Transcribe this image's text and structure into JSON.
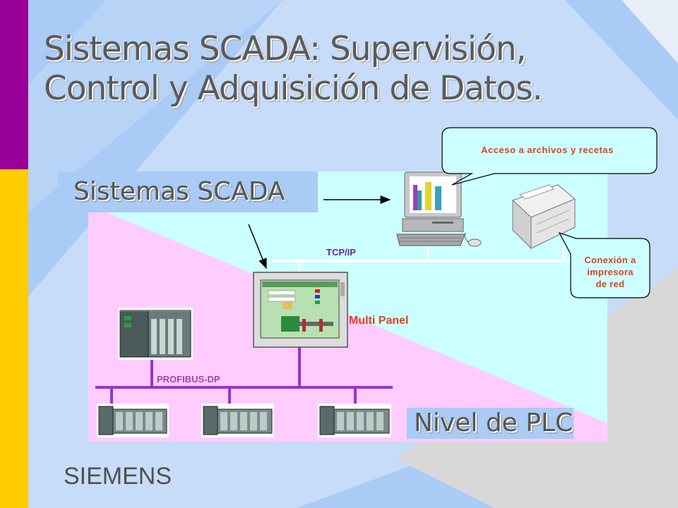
{
  "slide": {
    "title_line1": "Sistemas SCADA: Supervisión,",
    "title_line2": "Control y Adquisición de Datos.",
    "scada_label": "Sistemas SCADA",
    "plc_label": "Nivel de PLC",
    "brand": "SIEMENS"
  },
  "network": {
    "tcp_label": "TCP/IP",
    "profibus_label": "PROFIBUS-DP",
    "panel_label": "Multi Panel"
  },
  "callouts": {
    "files": "Acceso  a archivos  y recetas",
    "printer_line1": "Conexión  a",
    "printer_line2": "impresora",
    "printer_line3": "de red"
  },
  "colors": {
    "background": "#a9cbf5",
    "bar_purple": "#990099",
    "bar_yellow": "#ffcc00",
    "diagram_cyan": "#ccffff",
    "diagram_pink": "#ffccff",
    "bus_purple": "#9933cc",
    "accent_orange": "#e0421e"
  }
}
